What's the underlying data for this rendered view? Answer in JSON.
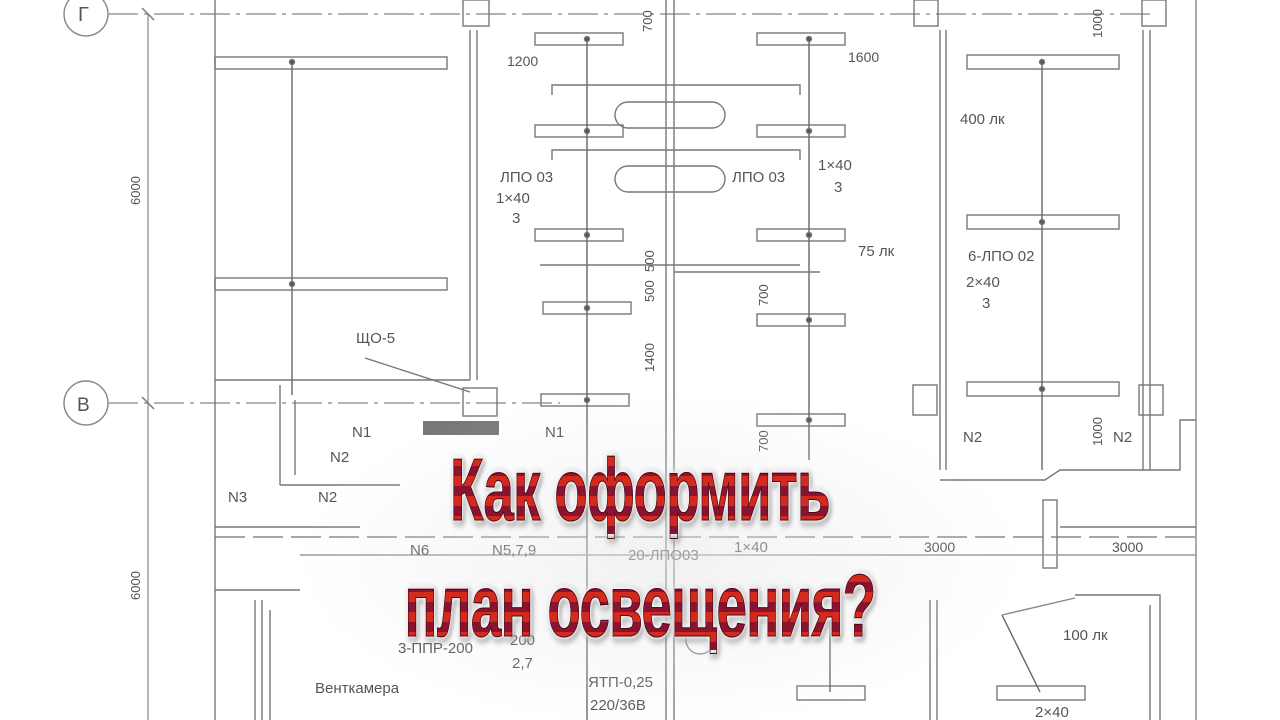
{
  "title": {
    "line1": "Как оформить",
    "line2": "план освещения?",
    "colors": {
      "stripe_dark": "#8a1330",
      "stripe_light": "#d42a1e",
      "outline": "#4a0a18"
    }
  },
  "plan": {
    "axes": {
      "g": "Г",
      "v": "В"
    },
    "dimensions": {
      "left_top": "6000",
      "left_bottom": "6000",
      "d700_top": "700",
      "d1200": "1200",
      "d1600": "1600",
      "d1000_top": "1000",
      "d500_a": "500",
      "d500_b": "500",
      "d1400": "1400",
      "d700_mid": "700",
      "d700_low": "700",
      "d1000_right": "1000",
      "d3000_a": "3000",
      "d3000_b": "3000"
    },
    "labels": {
      "lpo_left": "ЛПО 03",
      "frac_left_top": "1×40",
      "frac_left_bot": "3",
      "lpo_mid": "ЛПО 03",
      "frac_mid_top": "1×40",
      "frac_mid_bot": "3",
      "lux_400": "400 лк",
      "lux_75": "75 лк",
      "lpo_right": "6-ЛПО  02",
      "frac_right_top": "2×40",
      "frac_right_bot": "3",
      "panel": "ЩО-5",
      "n1_left": "N1",
      "n2_left_a": "N2",
      "n2_left_b": "N2",
      "n3": "N3",
      "n1_mid": "N1",
      "n2_right_a": "N2",
      "n2_right_b": "N2",
      "n6": "N6",
      "n579": "N5,7,9",
      "lpo_20": "20-ЛПО03",
      "frac_20_top": "1×40",
      "ppr": "3-ППР-200",
      "ppr_top": "200",
      "ppr_bot": "2,7",
      "room": "Венткамера",
      "ytp_top": "ЯТП-0,25",
      "ytp_bot": "220/36В",
      "lux_100": "100 лк",
      "frac_bottom": "2×40"
    }
  }
}
